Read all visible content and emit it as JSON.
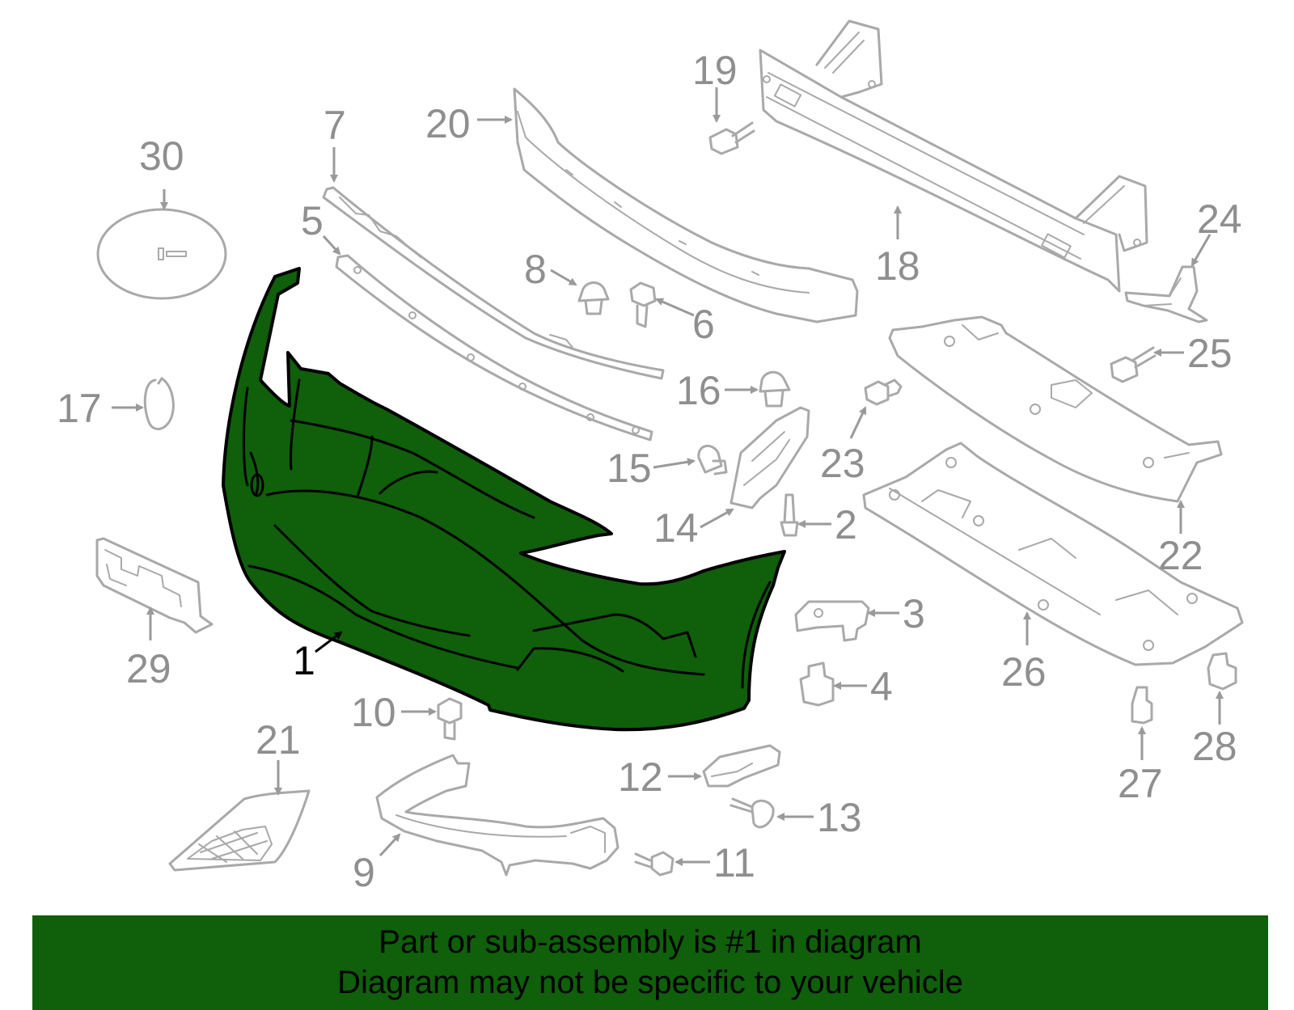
{
  "callouts": {
    "c1": "1",
    "c2": "2",
    "c3": "3",
    "c4": "4",
    "c5": "5",
    "c6": "6",
    "c7": "7",
    "c8": "8",
    "c9": "9",
    "c10": "10",
    "c11": "11",
    "c12": "12",
    "c13": "13",
    "c14": "14",
    "c15": "15",
    "c16": "16",
    "c17": "17",
    "c18": "18",
    "c19": "19",
    "c20": "20",
    "c21": "21",
    "c22": "22",
    "c23": "23",
    "c24": "24",
    "c25": "25",
    "c26": "26",
    "c27": "27",
    "c28": "28",
    "c29": "29",
    "c30": "30"
  },
  "highlighted_part": "1",
  "colors": {
    "highlight": "#0f5f0b",
    "part_outline": "#a9a9a9",
    "callout_text": "#8f8f8f"
  },
  "banner": {
    "line1": "Part or sub-assembly is #1 in diagram",
    "line2": "Diagram may not be specific to your vehicle"
  }
}
